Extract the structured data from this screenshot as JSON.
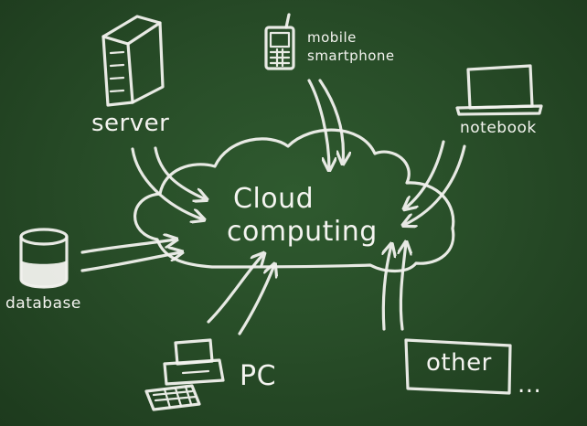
{
  "center": {
    "line1": "Cloud",
    "line2": "computing"
  },
  "nodes": {
    "server": "server",
    "mobile_line1": "mobile",
    "mobile_line2": "smartphone",
    "notebook": "notebook",
    "database": "database",
    "pc": "PC",
    "other": "other",
    "ellipsis": "..."
  },
  "colors": {
    "board": "#2b522b",
    "chalk": "#f2f2ee"
  }
}
